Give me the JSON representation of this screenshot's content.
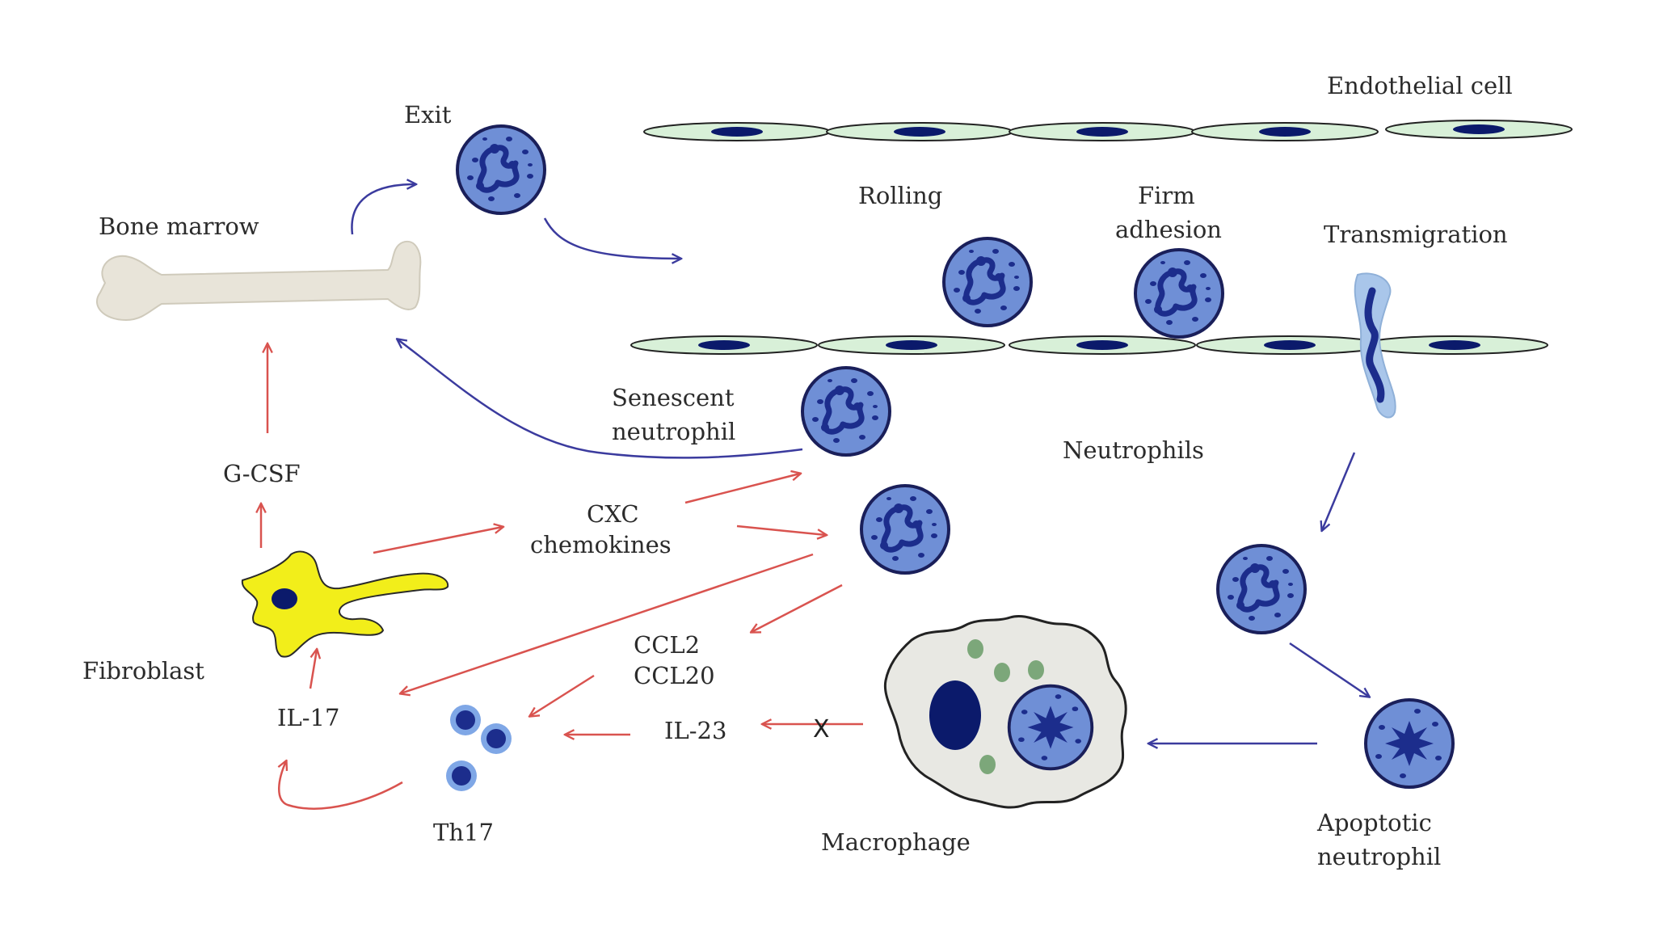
{
  "labels": {
    "endothelial_cell": "Endothelial cell",
    "exit": "Exit",
    "bone_marrow": "Bone marrow",
    "rolling": "Rolling",
    "firm_adhesion_line1": "Firm",
    "firm_adhesion_line2": "adhesion",
    "transmigration": "Transmigration",
    "senescent_line1": "Senescent",
    "senescent_line2": "neutrophil",
    "neutrophils": "Neutrophils",
    "g_csf": "G-CSF",
    "cxc_line1": "CXC",
    "cxc_line2": "chemokines",
    "fibroblast": "Fibroblast",
    "ccl2": "CCL2",
    "ccl20": "CCL20",
    "il17": "IL-17",
    "il23": "IL-23",
    "th17": "Th17",
    "macrophage": "Macrophage",
    "apoptotic_line1": "Apoptotic",
    "apoptotic_line2": "neutrophil",
    "blocked_mark": "X"
  },
  "colors": {
    "blue_arrow": "#3b3b9e",
    "red_arrow": "#d9534f",
    "cell_fill": "#6f8fd6",
    "cell_stroke": "#1a1f5a",
    "granule": "#1c2d8c",
    "endothelium_fill": "#d8f0d8",
    "endothelium_nucleus": "#0b1a6b",
    "fibroblast": "#f2ee1a",
    "bone": "#e8e4d9",
    "macrophage": "#e8e8e3",
    "macrophage_granule": "#7ca77a"
  }
}
